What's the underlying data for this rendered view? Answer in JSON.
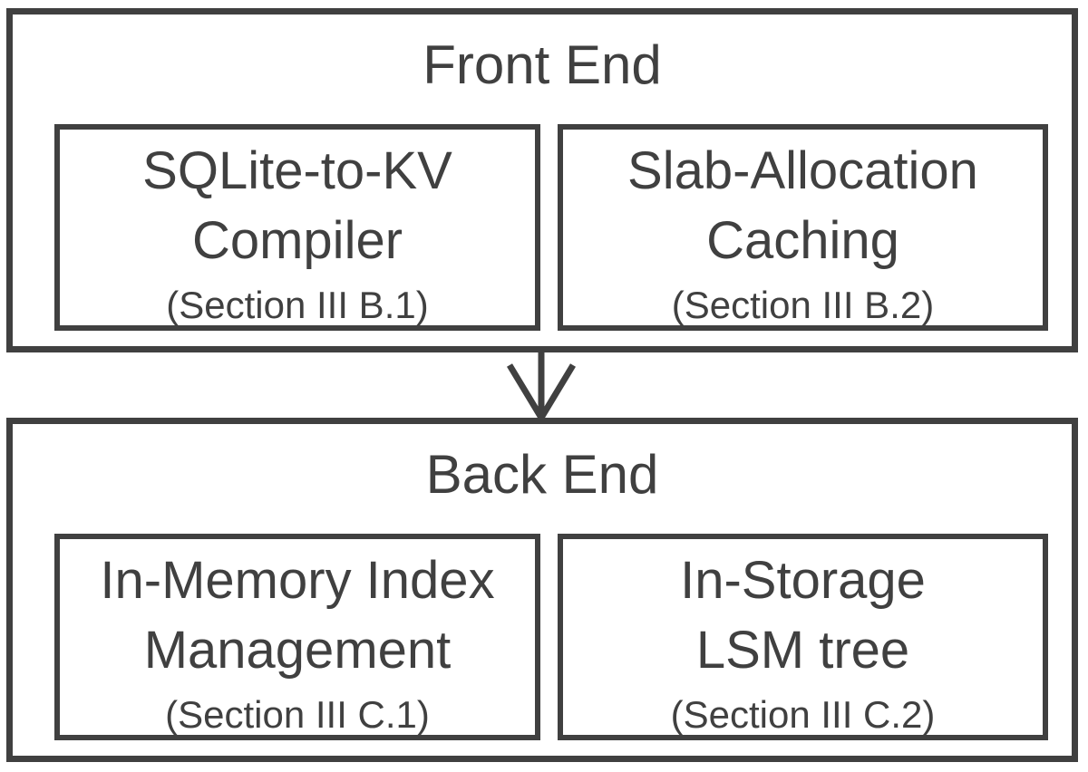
{
  "front_end": {
    "title": "Front End",
    "boxes": [
      {
        "line1": "SQLite-to-KV",
        "line2": "Compiler",
        "section": "(Section III B.1)"
      },
      {
        "line1": "Slab-Allocation",
        "line2": "Caching",
        "section": "(Section III B.2)"
      }
    ]
  },
  "back_end": {
    "title": "Back End",
    "boxes": [
      {
        "line1": "In-Memory Index",
        "line2": "Management",
        "section": "(Section III C.1)"
      },
      {
        "line1": "In-Storage",
        "line2": "LSM tree",
        "section": "(Section III C.2)"
      }
    ]
  },
  "colors": {
    "stroke": "#404040",
    "text": "#404040",
    "background": "#ffffff"
  },
  "icons": {
    "connector": "down-arrow-icon"
  }
}
